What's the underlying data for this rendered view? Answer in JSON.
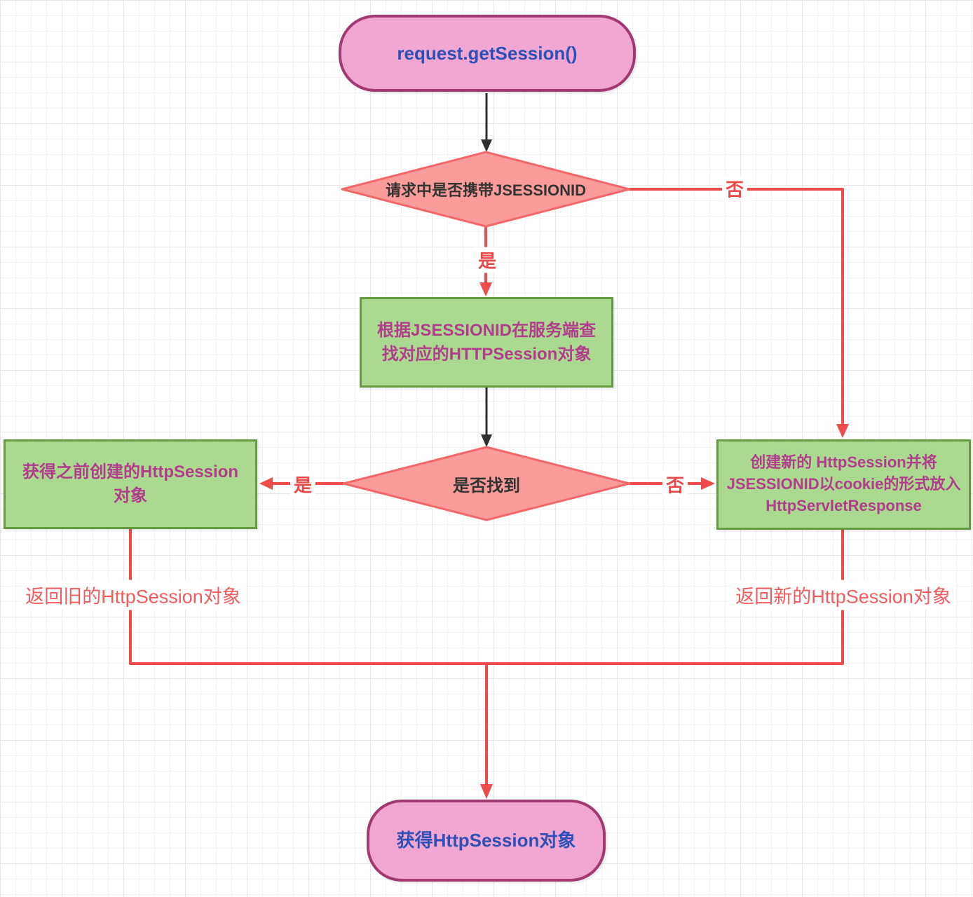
{
  "diagram": {
    "type": "flowchart",
    "nodes": {
      "start": {
        "label": "request.getSession()",
        "shape": "terminator"
      },
      "check_jsessionid": {
        "label": "请求中是否携带JSESSIONID",
        "shape": "decision"
      },
      "lookup_session": {
        "label": "根据JSESSIONID在服务端查找对应的HTTPSession对象",
        "shape": "process"
      },
      "found": {
        "label": "是否找到",
        "shape": "decision"
      },
      "get_old_session": {
        "label": "获得之前创建的HttpSession对象",
        "shape": "process"
      },
      "create_new_session": {
        "label": "创建新的 HttpSession并将JSESSIONID以cookie的形式放入HttpServletResponse",
        "shape": "process"
      },
      "end": {
        "label": "获得HttpSession对象",
        "shape": "terminator"
      }
    },
    "edge_labels": {
      "carry_yes": "是",
      "carry_no": "否",
      "found_yes": "是",
      "found_no": "否",
      "return_old": "返回旧的HttpSession对象",
      "return_new": "返回新的HttpSession对象"
    },
    "edges": [
      {
        "from": "start",
        "to": "check_jsessionid",
        "color": "black"
      },
      {
        "from": "check_jsessionid",
        "to": "lookup_session",
        "label": "是",
        "color": "red"
      },
      {
        "from": "check_jsessionid",
        "to": "create_new_session",
        "label": "否",
        "color": "red"
      },
      {
        "from": "lookup_session",
        "to": "found",
        "color": "black"
      },
      {
        "from": "found",
        "to": "get_old_session",
        "label": "是",
        "color": "red"
      },
      {
        "from": "found",
        "to": "create_new_session",
        "label": "否",
        "color": "red"
      },
      {
        "from": "get_old_session",
        "to": "end",
        "label": "返回旧的HttpSession对象",
        "color": "red"
      },
      {
        "from": "create_new_session",
        "to": "end",
        "label": "返回新的HttpSession对象",
        "color": "red"
      }
    ],
    "colors": {
      "terminator_fill": "#f2a6d2",
      "terminator_border": "#a23a72",
      "terminator_text": "#2c50b5",
      "decision_fill": "#fa9c9c",
      "decision_border": "#f26868",
      "decision_text": "#333333",
      "process_fill": "#abd98f",
      "process_border": "#649b41",
      "process_text": "#b13d8d",
      "edge_red": "#ee4c4c",
      "edge_black": "#2f2f2f",
      "grid_minor": "#f2f2f4",
      "grid_major": "#e7e7ea"
    }
  }
}
